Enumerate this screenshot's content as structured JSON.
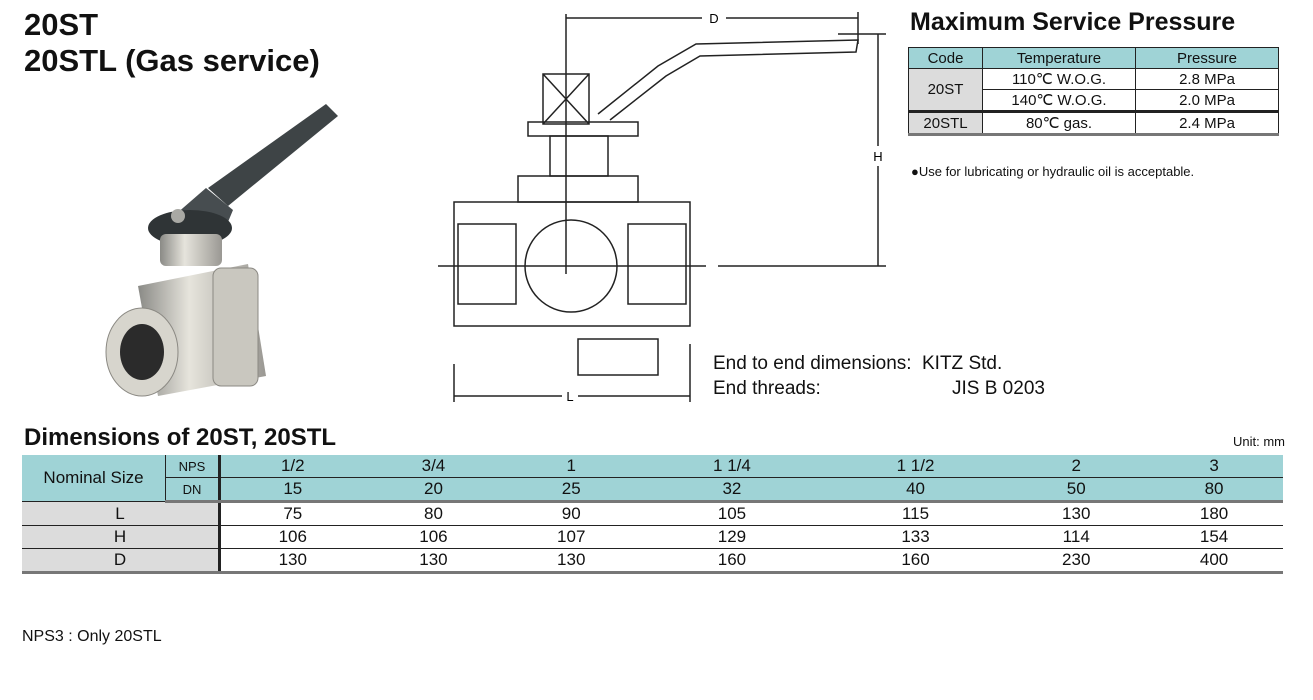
{
  "header": {
    "model": "20ST",
    "model_gas": "20STL (Gas service)"
  },
  "pressure": {
    "title": "Maximum Service Pressure",
    "col_code": "Code",
    "col_temp": "Temperature",
    "col_pressure": "Pressure",
    "rows": [
      {
        "code": "20ST",
        "temp": "110℃ W.O.G.",
        "pressure": "2.8 MPa"
      },
      {
        "code": "",
        "temp": "140℃ W.O.G.",
        "pressure": "2.0 MPa"
      },
      {
        "code": "20STL",
        "temp": "80℃ gas.",
        "pressure": "2.4 MPa"
      }
    ],
    "note": "●Use for lubricating or hydraulic oil is acceptable."
  },
  "drawing_labels": {
    "D": "D",
    "H": "H",
    "L": "L"
  },
  "spec": {
    "end_to_end_label": "End to end dimensions:",
    "end_to_end_value": "KITZ Std.",
    "threads_label": "End threads:",
    "threads_value": "JIS B 0203"
  },
  "dimensions": {
    "title": "Dimensions of 20ST, 20STL",
    "unit": "Unit: mm",
    "nominal_label": "Nominal Size",
    "nps_label": "NPS",
    "dn_label": "DN",
    "nps": [
      "1/2",
      "3/4",
      "1",
      "1 1/4",
      "1 1/2",
      "2",
      "3"
    ],
    "dn": [
      "15",
      "20",
      "25",
      "32",
      "40",
      "50",
      "80"
    ],
    "rows": [
      {
        "label": "L",
        "values": [
          "75",
          "80",
          "90",
          "105",
          "115",
          "130",
          "180"
        ]
      },
      {
        "label": "H",
        "values": [
          "106",
          "106",
          "107",
          "129",
          "133",
          "114",
          "154"
        ]
      },
      {
        "label": "D",
        "values": [
          "130",
          "130",
          "130",
          "160",
          "160",
          "230",
          "400"
        ]
      }
    ]
  },
  "footnote": "NPS3 : Only  20STL"
}
